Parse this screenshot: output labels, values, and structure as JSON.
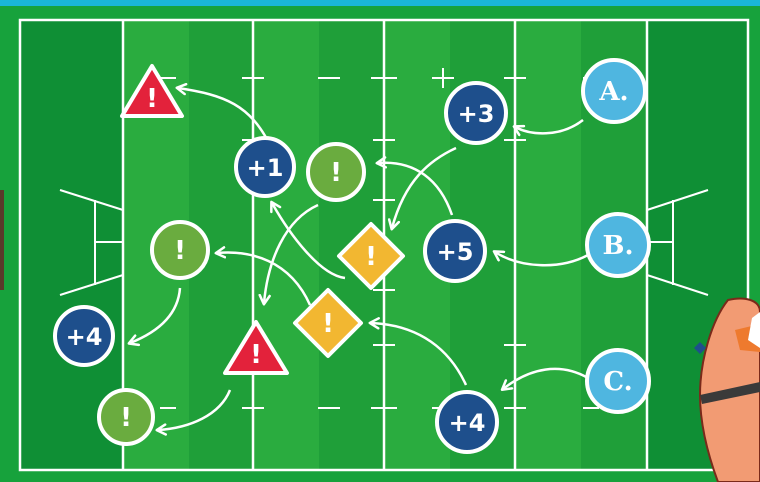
{
  "field": {
    "colors": {
      "stripe_dark": "#0f8f35",
      "stripe_light": "#2aac3f",
      "line": "#ffffff",
      "backdrop": "#1ab6d8"
    }
  },
  "players": [
    {
      "id": "A",
      "label": "A.",
      "color": "#4fb6e0"
    },
    {
      "id": "B",
      "label": "B.",
      "color": "#4fb6e0"
    },
    {
      "id": "C",
      "label": "C.",
      "color": "#4fb6e0"
    }
  ],
  "score_tokens": [
    {
      "id": "s1",
      "label": "+3",
      "color": "#1e4f8c"
    },
    {
      "id": "s2",
      "label": "+1",
      "color": "#1e4f8c"
    },
    {
      "id": "s3",
      "label": "+5",
      "color": "#1e4f8c"
    },
    {
      "id": "s4",
      "label": "+4",
      "color": "#1e4f8c"
    },
    {
      "id": "s5",
      "label": "+4",
      "color": "#1e4f8c"
    }
  ],
  "hazards": {
    "triangle_label": "!",
    "diamond_label": "!",
    "circle_label": "!",
    "colors": {
      "triangle": "#e3223b",
      "diamond": "#f2b731",
      "circle": "#6aac3f"
    }
  }
}
